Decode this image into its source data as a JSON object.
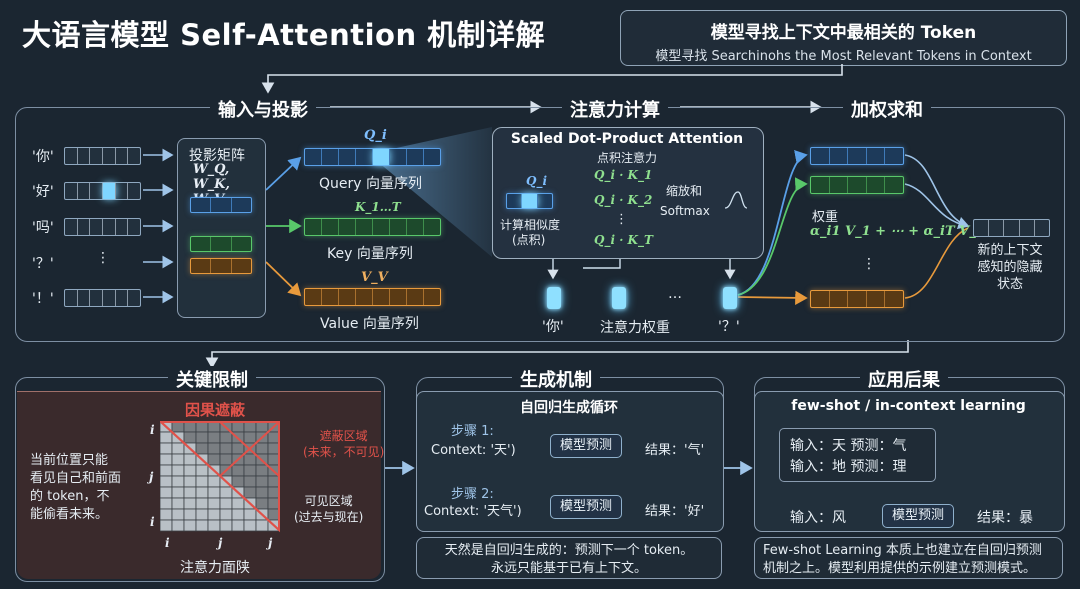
{
  "title": "大语言模型 Self-Attention 机制详解",
  "top_box": {
    "title": "模型寻找上下文中最相关的 Token",
    "subtitle": "模型寻找 Searchinohs the Most Relevant Tokens in Context"
  },
  "sections": {
    "input_projection": "输入与投影",
    "attention_calc": "注意力计算",
    "weighted_sum": "加权求和",
    "key_limit": "关键限制",
    "generation": "生成机制",
    "consequence": "应用后果"
  },
  "tokens": [
    "'你'",
    "'好'",
    "'吗'",
    "'？'",
    "'！'"
  ],
  "vdots": "⋮",
  "projection": {
    "label": "投影矩阵",
    "math": "W_Q, W_K, W_V"
  },
  "sequences": {
    "query_sym": "Q_i",
    "query_label": "Query 向量序列",
    "key_sym": "K_1…T",
    "key_label": "Key 向量序列",
    "value_sym": "V_V",
    "value_label": "Value 向量序列"
  },
  "attention_box": {
    "title": "Scaled Dot-Product Attention",
    "subtitle": "点积注意力",
    "q_sym": "Q_i",
    "similarity": "计算相似度",
    "dot": "(点积)",
    "qk1": "Q_i · K_1",
    "qk2": "Q_i · K_2",
    "qkt": "Q_i · K_T",
    "scale": "缩放和",
    "softmax": "Softmax"
  },
  "weights_row": {
    "t1": "'你'",
    "caption": "注意力权重",
    "t2": "'？'",
    "ellipsis": "…"
  },
  "weighted": {
    "label": "权重",
    "formula": "α_i1 V_1 + ⋯ + α_iT V_T",
    "out1": "新的上下文",
    "out2": "感知的隐藏",
    "out3": "状态"
  },
  "key_limit": {
    "heading": "因果遮蔽",
    "left_text1": "当前位置只能",
    "left_text2": "看见自己和前面",
    "left_text3": "的 token，不",
    "left_text4": "能偷看未来。",
    "masked1": "遮蔽区域",
    "masked2": "(未来，不可见)",
    "visible1": "可见区域",
    "visible2": "(过去与现在)",
    "axis_i": "i",
    "axis_j": "j",
    "caption": "注意力面陕"
  },
  "generation": {
    "inner_title": "自回归生成循环",
    "step1": "步骤 1:",
    "ctx1": "Context: '天')",
    "model": "模型预测",
    "res1": "结果：'气'",
    "step2": "步骤 2:",
    "ctx2": "Context: '天气')",
    "res2": "结果：'好'",
    "note1": "天然是自回归生成的：预测下一个 token。",
    "note2": "永远只能基于已有上下文。"
  },
  "consequence": {
    "inner_title": "few-shot / in-context learning",
    "ex1": "输入：天  预测：气",
    "ex2": "输入：地  预测：理",
    "q_in": "输入：风",
    "model": "模型预测",
    "q_out": "结果：暴",
    "note1": "Few-shot Learning 本质上也建立在自回归预测",
    "note2": "机制之上。模型利用提供的示例建立预测模式。"
  },
  "colors": {
    "blue": "#5aa0e8",
    "green": "#59c86a",
    "orange": "#e89a3c",
    "red": "#e0524a",
    "bg": "#1b2631"
  }
}
